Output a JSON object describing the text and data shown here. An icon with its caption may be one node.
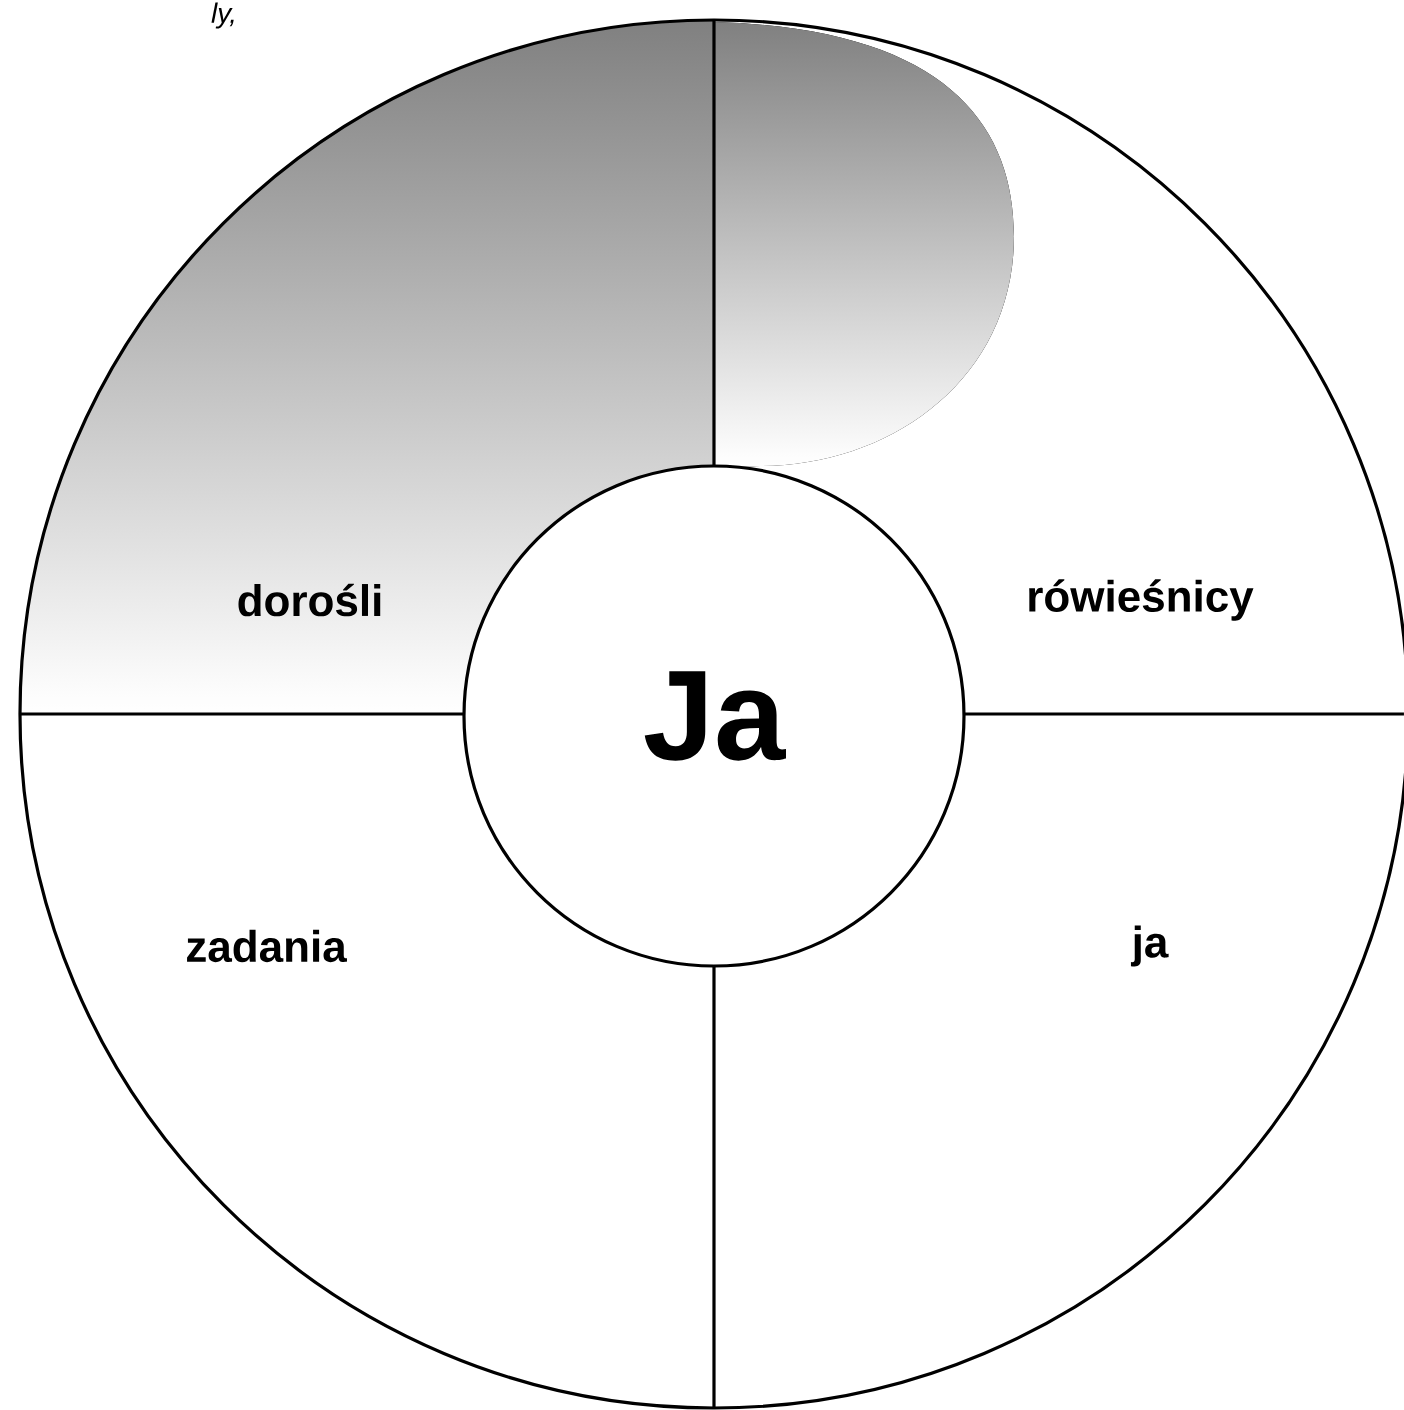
{
  "diagram": {
    "nodes": [
      {
        "text": [
          "dorośli"
        ]
      },
      {
        "text": [
          "rówieśnicy"
        ]
      },
      {
        "text": [
          "zadania"
        ]
      },
      {
        "text": [
          "ja"
        ]
      },
      {
        "text": [
          "Ja"
        ]
      }
    ],
    "labels": [
      "ly,"
    ]
  }
}
